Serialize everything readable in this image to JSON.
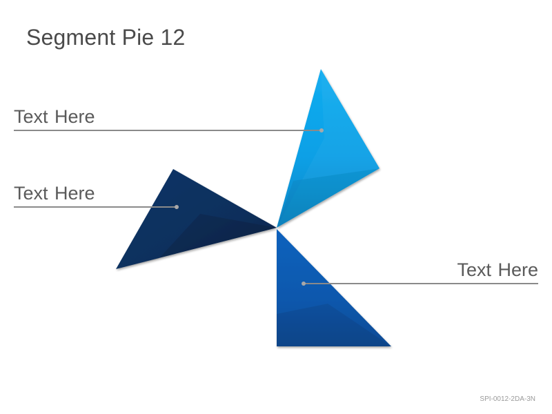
{
  "title": "Segment Pie 12",
  "colors": {
    "segment_light": "#0ca4ea",
    "segment_dark": "#0a2f5c",
    "segment_mid": "#0a5bb0",
    "leader_line": "#8a8a8a"
  },
  "segments": [
    {
      "label": "Text Here",
      "color_name": "light-blue"
    },
    {
      "label": "Text Here",
      "color_name": "navy"
    },
    {
      "label": "Text Here",
      "color_name": "royal-blue"
    }
  ],
  "footer_code": "SPI-0012-2DA-3N"
}
